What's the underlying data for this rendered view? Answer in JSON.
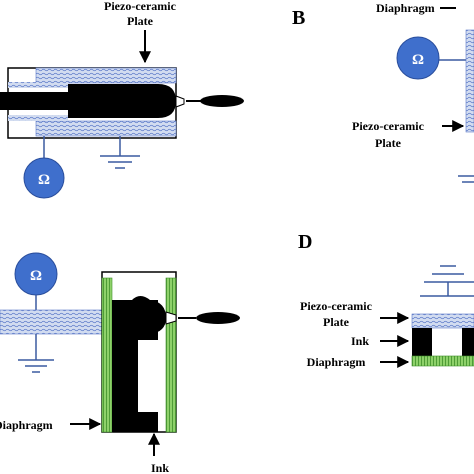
{
  "panels": {
    "a": {
      "letter": "",
      "labels": {
        "plate_line1": "Piezo-ceramic",
        "plate_line2": "Plate"
      },
      "source_symbol": "Ω"
    },
    "b": {
      "letter": "B",
      "labels": {
        "diaphragm": "Diaphragm",
        "plate_line1": "Piezo-ceramic",
        "plate_line2": "Plate"
      },
      "source_symbol": "Ω"
    },
    "c": {
      "letter": "",
      "labels": {
        "diaphragm": "Diaphragm",
        "ink": "Ink"
      },
      "source_symbol": "Ω"
    },
    "d": {
      "letter": "D",
      "labels": {
        "plate_line1": "Piezo-ceramic",
        "plate_line2": "Plate",
        "ink": "Ink",
        "diaphragm": "Diaphragm"
      }
    }
  },
  "colors": {
    "piezo_fill": "#d2dcf0",
    "piezo_pattern": "#5a78c8",
    "source_fill": "#3f6fcc",
    "source_stroke": "#2a4e9c",
    "diaphragm_fill": "#8ed16a",
    "diaphragm_stroke": "#3f8f2a",
    "ink": "#000000",
    "wire": "#3a5aa0"
  }
}
